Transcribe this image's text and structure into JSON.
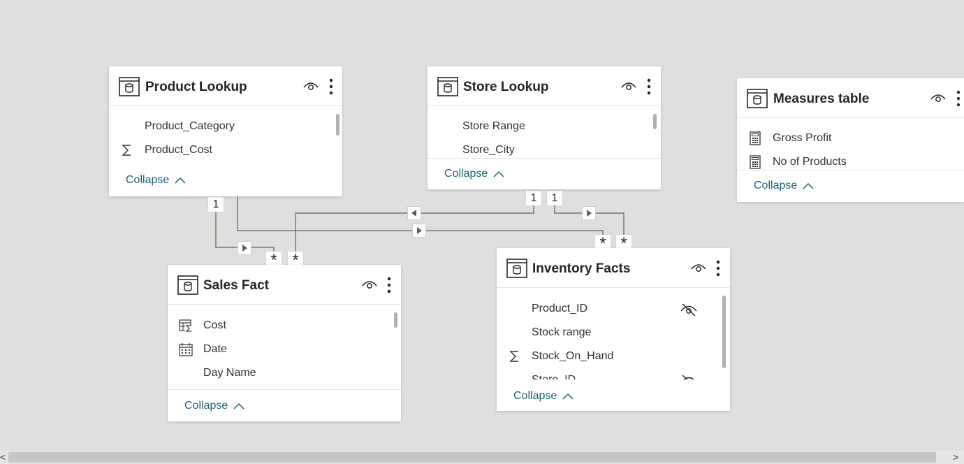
{
  "tables": {
    "product_lookup": {
      "title": "Product Lookup",
      "fields": [
        {
          "label": "Product_Category",
          "icon": "none"
        },
        {
          "label": "Product_Cost",
          "icon": "sigma-icon"
        }
      ],
      "collapse_label": "Collapse"
    },
    "store_lookup": {
      "title": "Store Lookup",
      "fields": [
        {
          "label": "Store Range",
          "icon": "none"
        },
        {
          "label": "Store_City",
          "icon": "none"
        }
      ],
      "collapse_label": "Collapse"
    },
    "measures_table": {
      "title": "Measures table",
      "fields": [
        {
          "label": "Gross Profit",
          "icon": "calculator-icon"
        },
        {
          "label": "No of Products",
          "icon": "calculator-icon"
        }
      ],
      "collapse_label": "Collapse"
    },
    "sales_fact": {
      "title": "Sales Fact",
      "fields": [
        {
          "label": "Cost",
          "icon": "calculated-column-icon"
        },
        {
          "label": "Date",
          "icon": "calendar-icon"
        },
        {
          "label": "Day Name",
          "icon": "none"
        }
      ],
      "collapse_label": "Collapse"
    },
    "inventory_facts": {
      "title": "Inventory Facts",
      "fields": [
        {
          "label": "Product_ID",
          "icon": "none",
          "hidden": true
        },
        {
          "label": "Stock range",
          "icon": "none"
        },
        {
          "label": "Stock_On_Hand",
          "icon": "sigma-icon"
        },
        {
          "label": "Store_ID",
          "icon": "none",
          "hidden": true
        }
      ],
      "collapse_label": "Collapse"
    }
  },
  "relationships": {
    "one_label": "1",
    "many_label": "*"
  },
  "scrollbar": {
    "left_arrow": "<",
    "right_arrow": ">"
  },
  "colors": {
    "canvas": "#e1dfdd",
    "card": "#ffffff",
    "link": "#1f6374",
    "wire": "#605e5c"
  }
}
